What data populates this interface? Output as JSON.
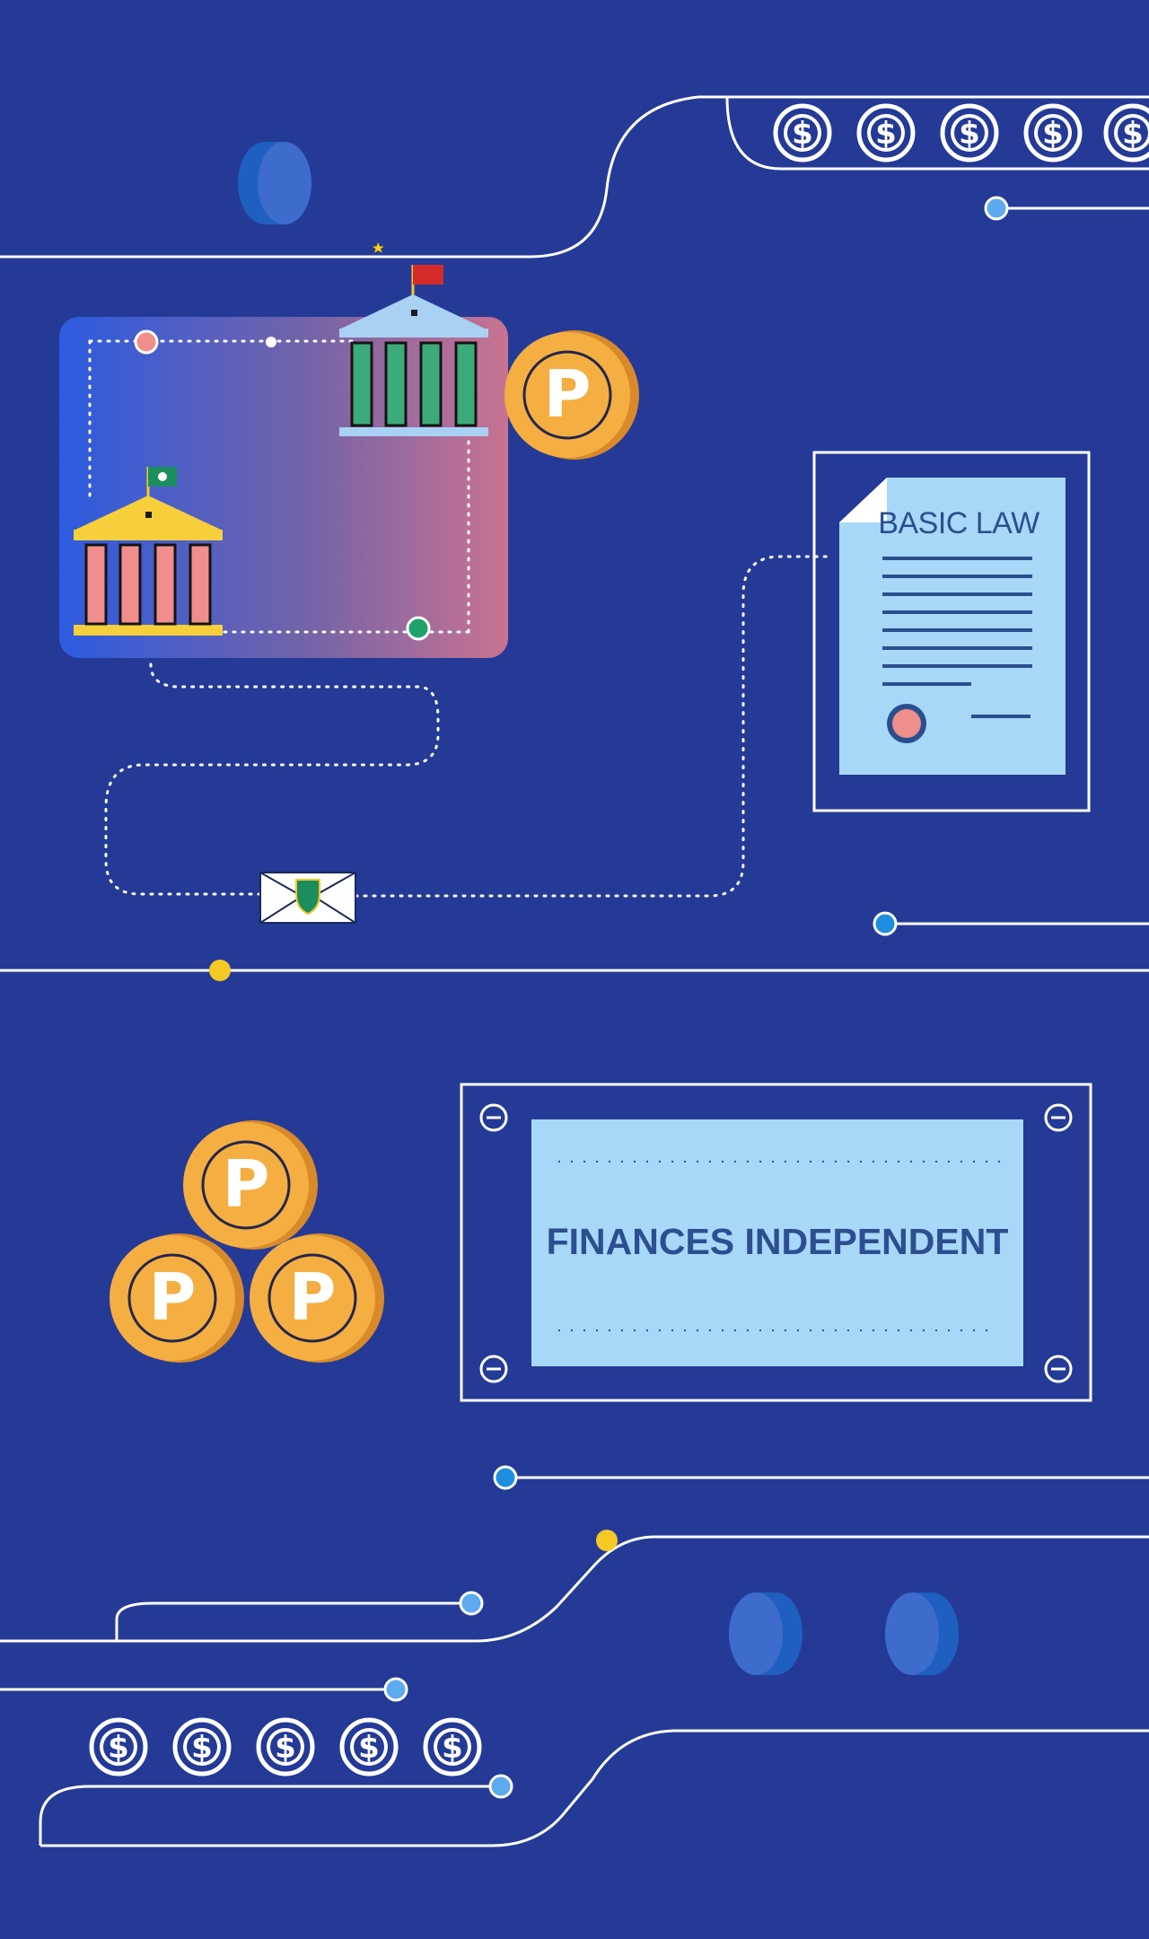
{
  "document": {
    "title": "BASIC LAW"
  },
  "panel": {
    "label": "FINANCES INDEPENDENT"
  },
  "coins": {
    "letter": "P"
  },
  "tokens": {
    "symbol": "$"
  },
  "icons": {
    "coin": "p-coin-icon",
    "token": "dollar-token-icon",
    "building": "government-building-icon",
    "flag": "flag-icon",
    "document": "legal-document-icon",
    "envelope": "envelope-icon",
    "screw": "screw-head-icon",
    "disc": "disc-icon"
  },
  "colors": {
    "background": "#243a96",
    "line": "#ffffff",
    "coin_gold": "#f0a23a",
    "coin_light": "#f6c14e",
    "document_blue": "#a8d8f8",
    "text_blue": "#2a4f8f",
    "building_pink": "#f08e8e",
    "building_green": "#3daa7c",
    "roof_yellow": "#f7cf3c",
    "roof_light_blue": "#a9d1f3",
    "accent_yellow": "#f5c826",
    "accent_cyan": "#1e8fe0",
    "accent_pink": "#ef8e8a",
    "accent_green": "#1fa36b"
  }
}
